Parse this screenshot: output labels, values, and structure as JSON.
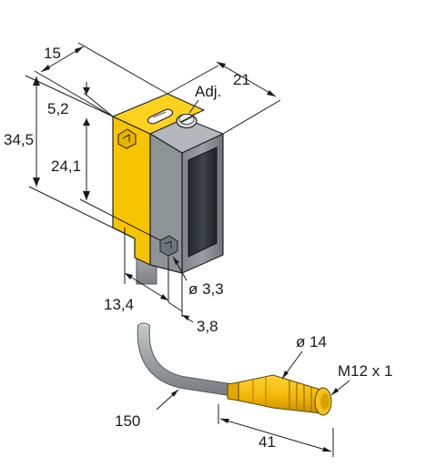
{
  "labels": {
    "width": "15",
    "depth": "21",
    "adjust": "Adj.",
    "offset_top": "5,2",
    "height_total": "34,5",
    "height_lens": "24,1",
    "hole_diameter": "ø 3,3",
    "hole_offset": "13,4",
    "hole_edge": "3,8",
    "connector_diameter": "ø 14",
    "thread": "M12 x 1",
    "cable_length": "150",
    "connector_length": "41"
  },
  "colors": {
    "housing_yellow": "#f7c400",
    "housing_grey": "#8e9398",
    "lens_dark": "#2f3338",
    "cable_grey": "#a8acaf",
    "connector_yellow": "#f2b705"
  }
}
